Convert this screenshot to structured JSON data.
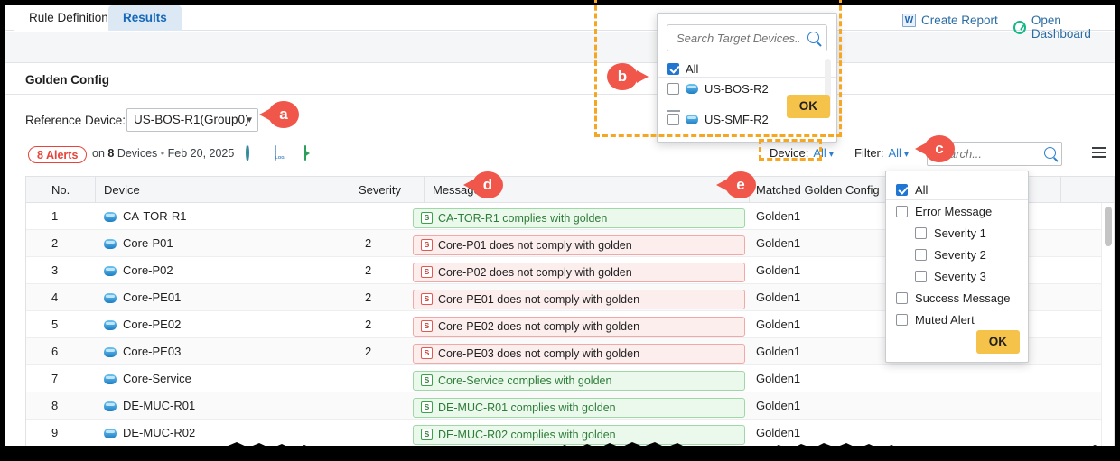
{
  "tabs": [
    {
      "label": "Rule Definition",
      "active": false
    },
    {
      "label": "Results",
      "active": true
    }
  ],
  "top_actions": {
    "create_report": "Create Report",
    "open_dashboard": "Open Dashboard",
    "word_icon_letter": "W"
  },
  "section": {
    "title": "Golden Config",
    "reference_device_label": "Reference Device:",
    "reference_device_value": "US-BOS-R1(Group0)"
  },
  "summary": {
    "alerts_badge": "8 Alerts",
    "on_text": "on",
    "devices_count": "8",
    "devices_word": "Devices",
    "separator": "•",
    "date": "Feb 20, 2025",
    "icons": [
      "refresh-icon",
      "log-icon",
      "export-icon"
    ]
  },
  "filterbar": {
    "device_label": "Device:",
    "device_value": "All",
    "filter_label": "Filter:",
    "filter_value": "All",
    "search_placeholder": "Search...",
    "search_value": "",
    "menu_icon": "hamburger-icon"
  },
  "device_popup": {
    "search_placeholder": "Search Target Devices...",
    "items": [
      {
        "label": "All",
        "checked": true,
        "has_device_icon": false
      },
      {
        "label": "US-BOS-R2",
        "checked": false,
        "has_device_icon": true
      },
      {
        "label": "—",
        "checked": false,
        "has_device_icon": false
      },
      {
        "label": "US-SMF-R2",
        "checked": false,
        "has_device_icon": true
      }
    ],
    "ok_label": "OK"
  },
  "filter_popup": {
    "items": [
      {
        "label": "All",
        "checked": true,
        "indent": 0
      },
      {
        "label": "Error Message",
        "checked": false,
        "indent": 0
      },
      {
        "label": "Severity 1",
        "checked": false,
        "indent": 1
      },
      {
        "label": "Severity 2",
        "checked": false,
        "indent": 1
      },
      {
        "label": "Severity 3",
        "checked": false,
        "indent": 1
      },
      {
        "label": "Success Message",
        "checked": false,
        "indent": 0
      },
      {
        "label": "Muted Alert",
        "checked": false,
        "indent": 0
      }
    ],
    "ok_label": "OK"
  },
  "table": {
    "columns": [
      "No.",
      "Device",
      "Severity",
      "Message",
      "Matched Golden Config"
    ],
    "rows": [
      {
        "no": "1",
        "device": "CA-TOR-R1",
        "severity": "",
        "message": "CA-TOR-R1 complies with golden",
        "status": "ok",
        "golden": "Golden1"
      },
      {
        "no": "2",
        "device": "Core-P01",
        "severity": "2",
        "message": "Core-P01 does not comply with golden",
        "status": "err",
        "golden": "Golden1"
      },
      {
        "no": "3",
        "device": "Core-P02",
        "severity": "2",
        "message": "Core-P02 does not comply with golden",
        "status": "err",
        "golden": "Golden1"
      },
      {
        "no": "4",
        "device": "Core-PE01",
        "severity": "2",
        "message": "Core-PE01 does not comply with golden",
        "status": "err",
        "golden": "Golden1"
      },
      {
        "no": "5",
        "device": "Core-PE02",
        "severity": "2",
        "message": "Core-PE02 does not comply with golden",
        "status": "err",
        "golden": "Golden1"
      },
      {
        "no": "6",
        "device": "Core-PE03",
        "severity": "2",
        "message": "Core-PE03 does not comply with golden",
        "status": "err",
        "golden": "Golden1"
      },
      {
        "no": "7",
        "device": "Core-Service",
        "severity": "",
        "message": "Core-Service complies with golden",
        "status": "ok",
        "golden": "Golden1"
      },
      {
        "no": "8",
        "device": "DE-MUC-R01",
        "severity": "",
        "message": "DE-MUC-R01 complies with golden",
        "status": "ok",
        "golden": "Golden1"
      },
      {
        "no": "9",
        "device": "DE-MUC-R02",
        "severity": "",
        "message": "DE-MUC-R02 complies with golden",
        "status": "ok",
        "golden": "Golden1"
      }
    ],
    "status_badge_letter": "S"
  },
  "callouts": [
    {
      "id": "a",
      "label": "a"
    },
    {
      "id": "b",
      "label": "b"
    },
    {
      "id": "c",
      "label": "c"
    },
    {
      "id": "d",
      "label": "d"
    },
    {
      "id": "e",
      "label": "e"
    }
  ],
  "colors": {
    "accent_blue": "#2b7fd0",
    "alert_red": "#e8433a",
    "success_green": "#2e7d39",
    "callout_red": "#f0564a",
    "highlight_orange": "#f5a623",
    "ok_button": "#f5c24a"
  }
}
